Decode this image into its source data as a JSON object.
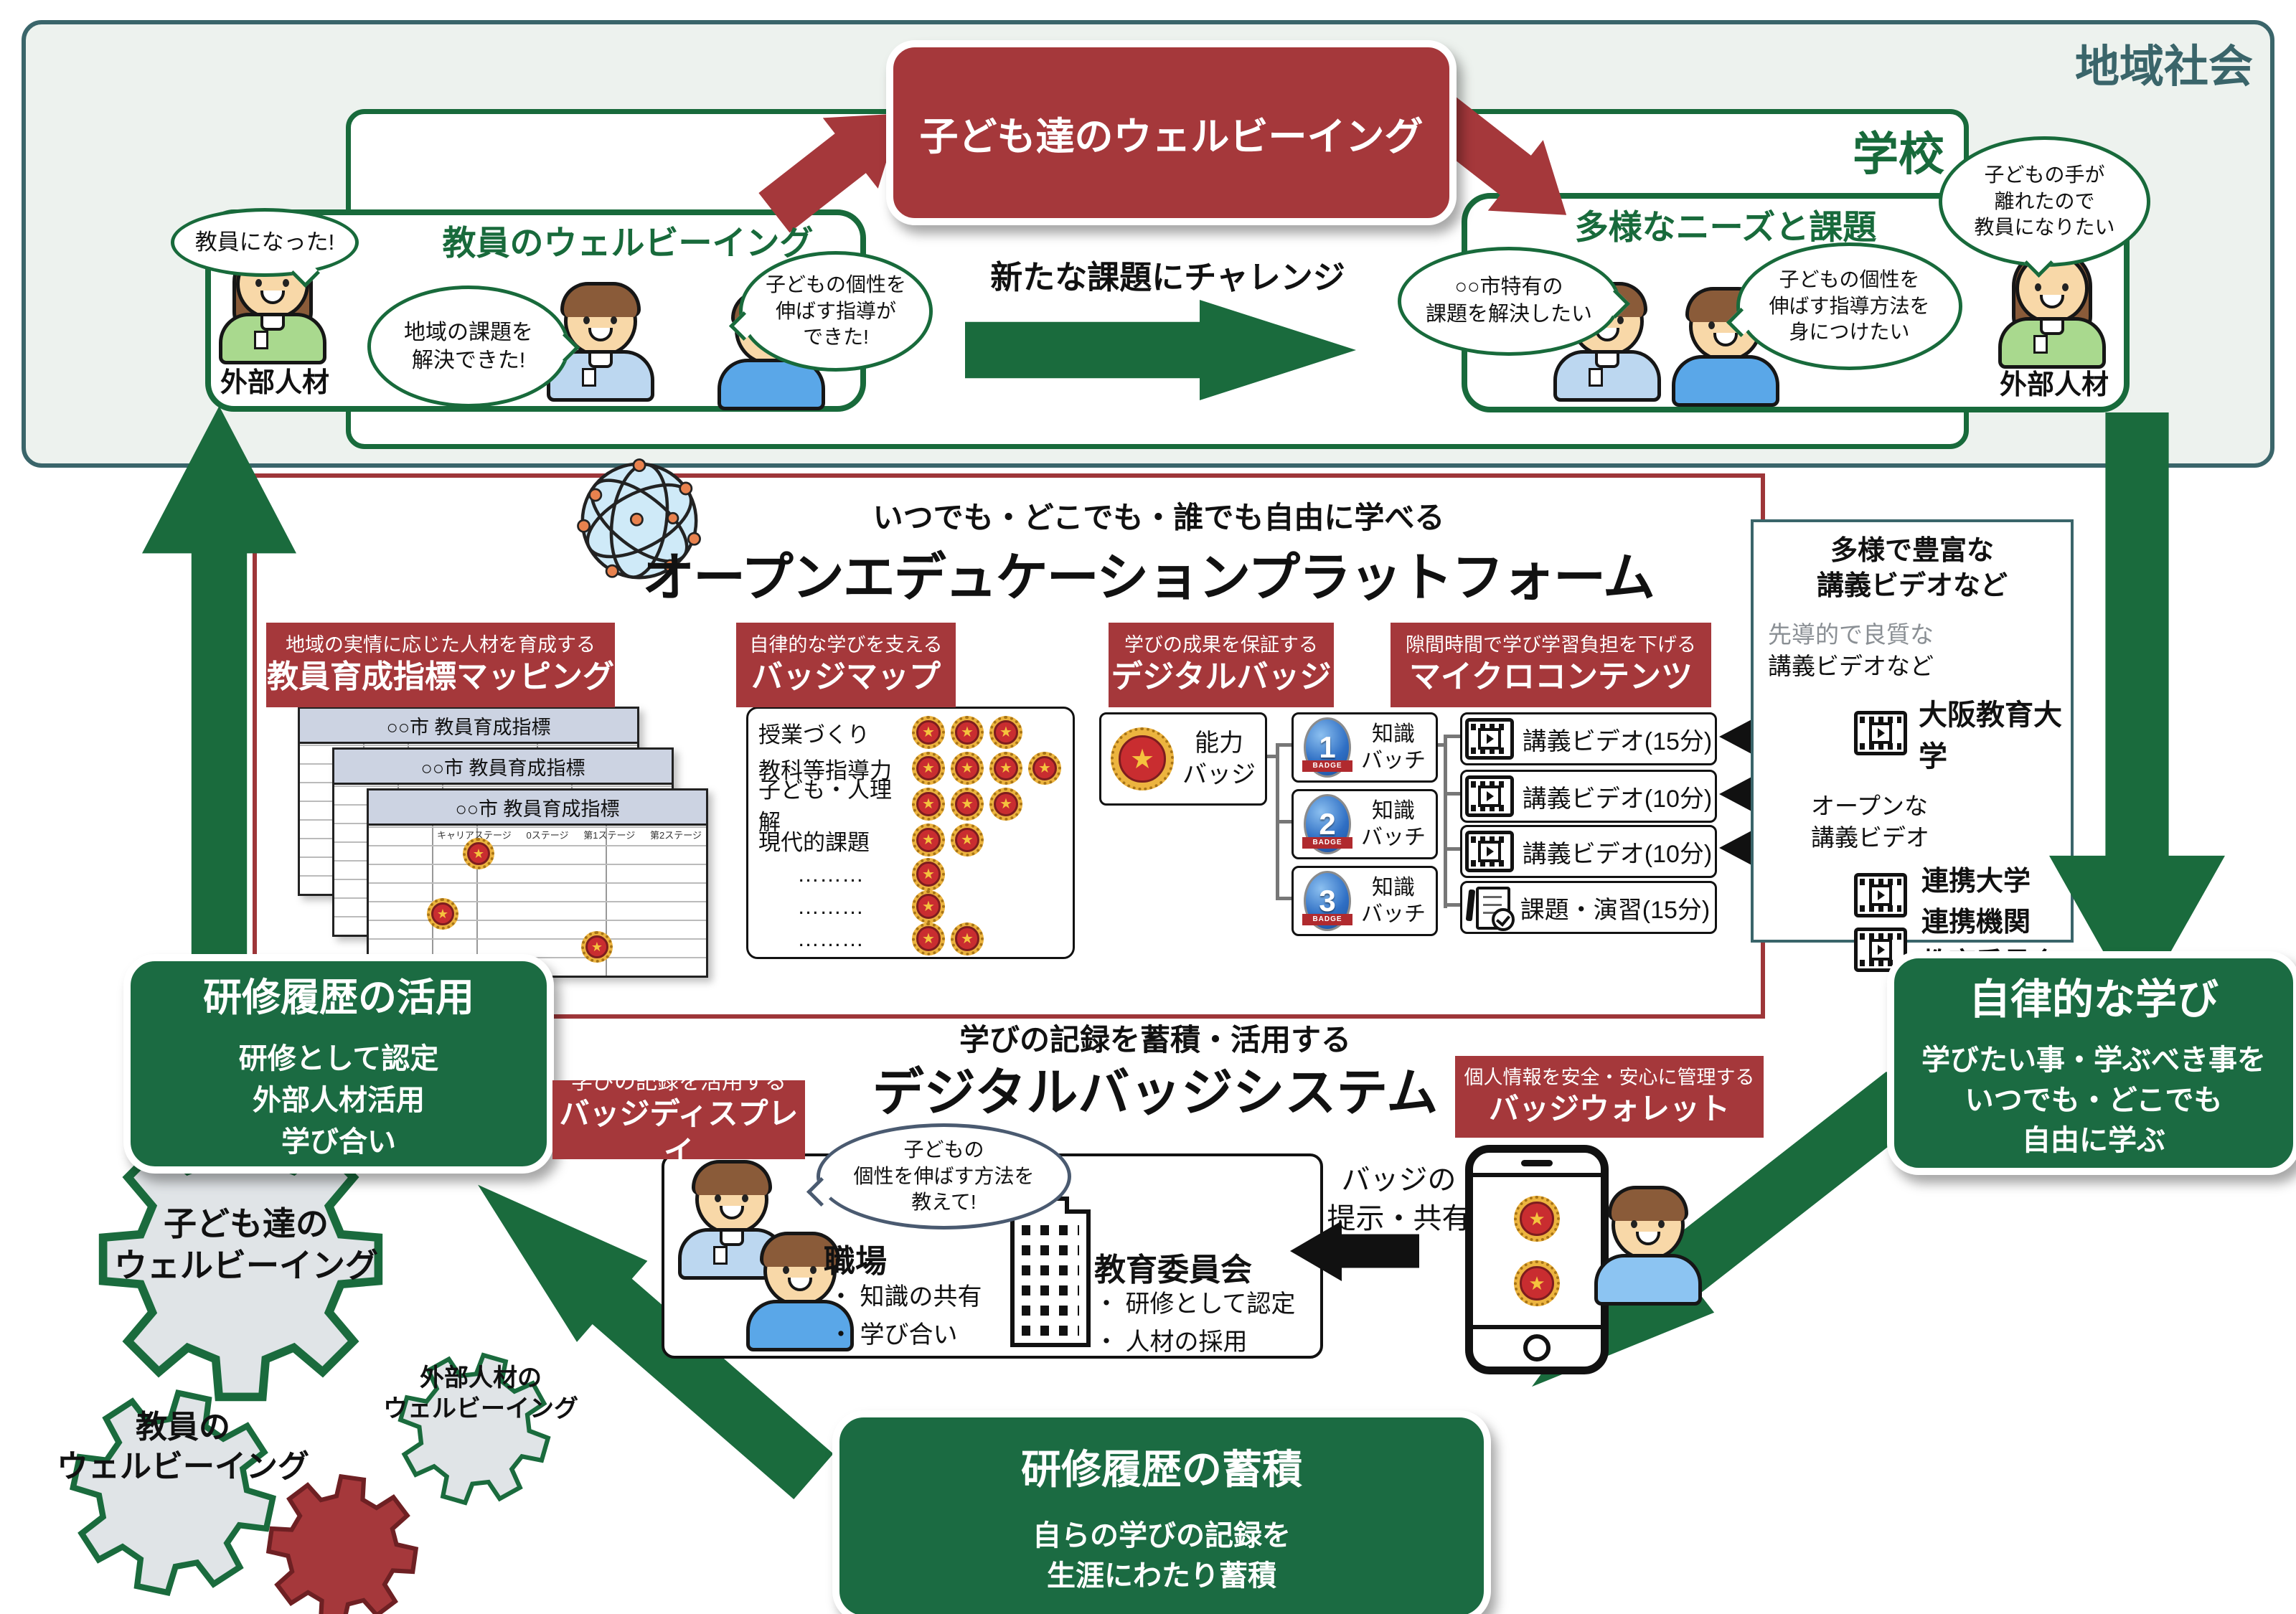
{
  "icons": {
    "star": "★"
  },
  "community": {
    "label": "地域社会"
  },
  "school": {
    "label": "学校"
  },
  "children_box": {
    "label": "子ども達のウェルビーイング"
  },
  "teacher": {
    "title": "教員のウェルビーイング",
    "bubble_new_teacher": "教員になった!",
    "external": "外部人材",
    "bubble_region": "地域の課題を\n解決できた!",
    "bubble_teach": "子どもの個性を\n伸ばす指導が\nできた!"
  },
  "challenge": {
    "label": "新たな課題にチャレンジ"
  },
  "needs": {
    "title": "多様なニーズと課題",
    "bubble_city": "○○市特有の\n課題を解決したい",
    "bubble_method": "子どもの個性を\n伸ばす指導方法を\n身につけたい",
    "bubble_return": "子どもの手が\n離れたので\n教員になりたい",
    "external": "外部人材"
  },
  "platform": {
    "subtitle": "いつでも・どこでも・誰でも自由に学べる",
    "title": "オープンエデュケーションプラットフォーム",
    "mapping": {
      "tag": "地域の実情に応じた人材を育成する",
      "name": "教員育成指標マッピング",
      "doc_title": "○○市 教員育成指標",
      "doc_cols": [
        "キャリアステージ",
        "0ステージ",
        "第1ステージ",
        "第2ステージ"
      ]
    },
    "badgemap": {
      "tag": "自律的な学びを支える",
      "name": "バッジマップ",
      "rows": [
        {
          "label": "授業づくり",
          "count": 3
        },
        {
          "label": "教科等指導力",
          "count": 4
        },
        {
          "label": "子ども・人理解",
          "count": 3
        },
        {
          "label": "現代的課題",
          "count": 2
        },
        {
          "label": "………",
          "count": 1
        },
        {
          "label": "………",
          "count": 1
        },
        {
          "label": "………",
          "count": 2
        }
      ]
    },
    "digital": {
      "tag": "学びの成果を保証する",
      "name": "デジタルバッジ",
      "ability": "能力\nバッジ",
      "band": "BADGE",
      "badges": [
        {
          "num": "1",
          "label": "知識\nバッチ"
        },
        {
          "num": "2",
          "label": "知識\nバッチ"
        },
        {
          "num": "3",
          "label": "知識\nバッチ"
        }
      ]
    },
    "micro": {
      "tag": "隙間時間で学び学習負担を下げる",
      "name": "マイクロコンテンツ",
      "items": [
        {
          "label": "講義ビデオ(15分)"
        },
        {
          "label": "講義ビデオ(10分)"
        },
        {
          "label": "講義ビデオ(10分)"
        },
        {
          "label": "課題・演習(15分)"
        }
      ]
    }
  },
  "videos": {
    "title": "多様で豊富な\n講義ビデオなど",
    "lead1_gray": "先導的で良質な",
    "lead1": "講義ビデオなど",
    "univ": "大阪教育大学",
    "lead2": "オープンな\n講義ビデオ",
    "partners": "連携大学\n連携機関\n教育委員会"
  },
  "use_box": {
    "title": "研修履歴の活用",
    "body": "研修として認定\n外部人材活用\n学び合い"
  },
  "auto_box": {
    "title": "自律的な学び",
    "body": "学びたい事・学ぶべき事を\nいつでも・どこでも\n自由に学ぶ"
  },
  "system": {
    "subtitle": "学びの記録を蓄積・活用する",
    "title": "デジタルバッジシステム",
    "display": {
      "tag": "学びの記録を活用する",
      "name": "バッジディスプレイ"
    },
    "wallet": {
      "tag": "個人情報を安全・安心に管理する",
      "name": "バッジウォレット"
    },
    "bubble": "子どもの\n個性を伸ばす方法を\n教えて!",
    "workplace": {
      "title": "職場",
      "items": [
        "・ 知識の共有",
        "・ 学び合い"
      ]
    },
    "board": {
      "title": "教育委員会",
      "items": [
        "・ 研修として認定",
        "・ 人材の採用"
      ]
    },
    "share": "バッジの\n提示・共有"
  },
  "accum_box": {
    "title": "研修履歴の蓄積",
    "body": "自らの学びの記録を\n生涯にわたり蓄積"
  },
  "gears": {
    "children": "子ども達の\nウェルビーイング",
    "teachers": "教員の\nウェルビーイング",
    "external": "外部人材の\nウェルビーイング"
  }
}
